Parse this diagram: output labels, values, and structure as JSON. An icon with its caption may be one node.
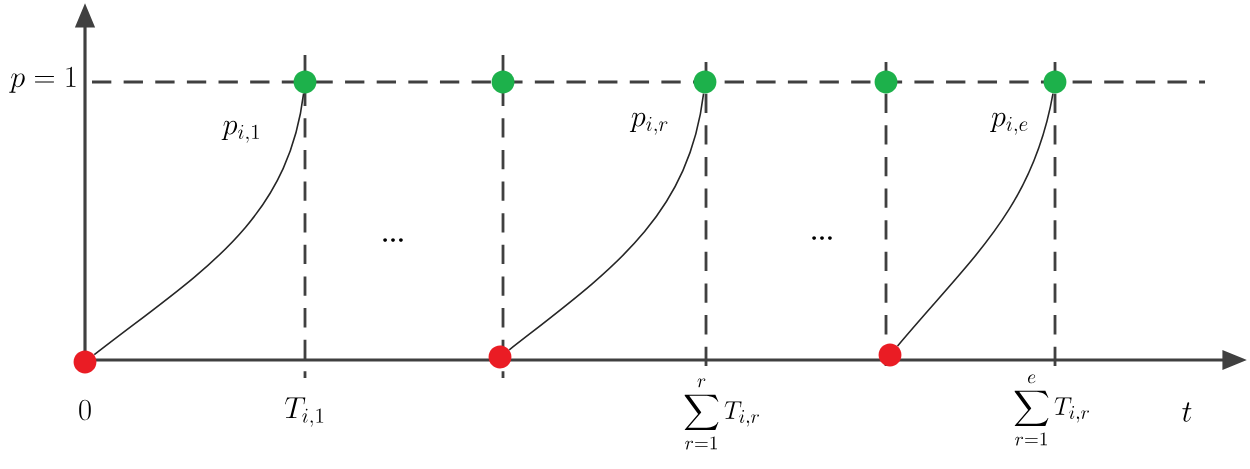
{
  "diagram": {
    "nodes": [
      {
        "text": [],
        "shape": "circle"
      },
      {
        "text": [],
        "shape": "circle"
      },
      {
        "text": [],
        "shape": "circle"
      },
      {
        "text": [],
        "shape": "circle"
      },
      {
        "text": [],
        "shape": "circle"
      },
      {
        "text": [],
        "shape": "circle"
      },
      {
        "text": [],
        "shape": "circle"
      },
      {
        "text": [],
        "shape": "circle"
      }
    ],
    "edges": [
      {
        "from": 0,
        "to": 1,
        "arrow": "none"
      },
      {
        "from": 3,
        "to": 4,
        "arrow": "none"
      },
      {
        "from": 5,
        "to": 7,
        "arrow": "none"
      }
    ],
    "labels": [
      "p =1",
      "p_{i,1}",
      "...",
      "p_{i,r}",
      "...",
      "p_{i,e}",
      "0",
      "T_{i,1}",
      "\\sum_{r=1}^{r} T_{i,r}",
      "\\sum_{r=1}^{e} T_{i,r}",
      "t"
    ]
  }
}
